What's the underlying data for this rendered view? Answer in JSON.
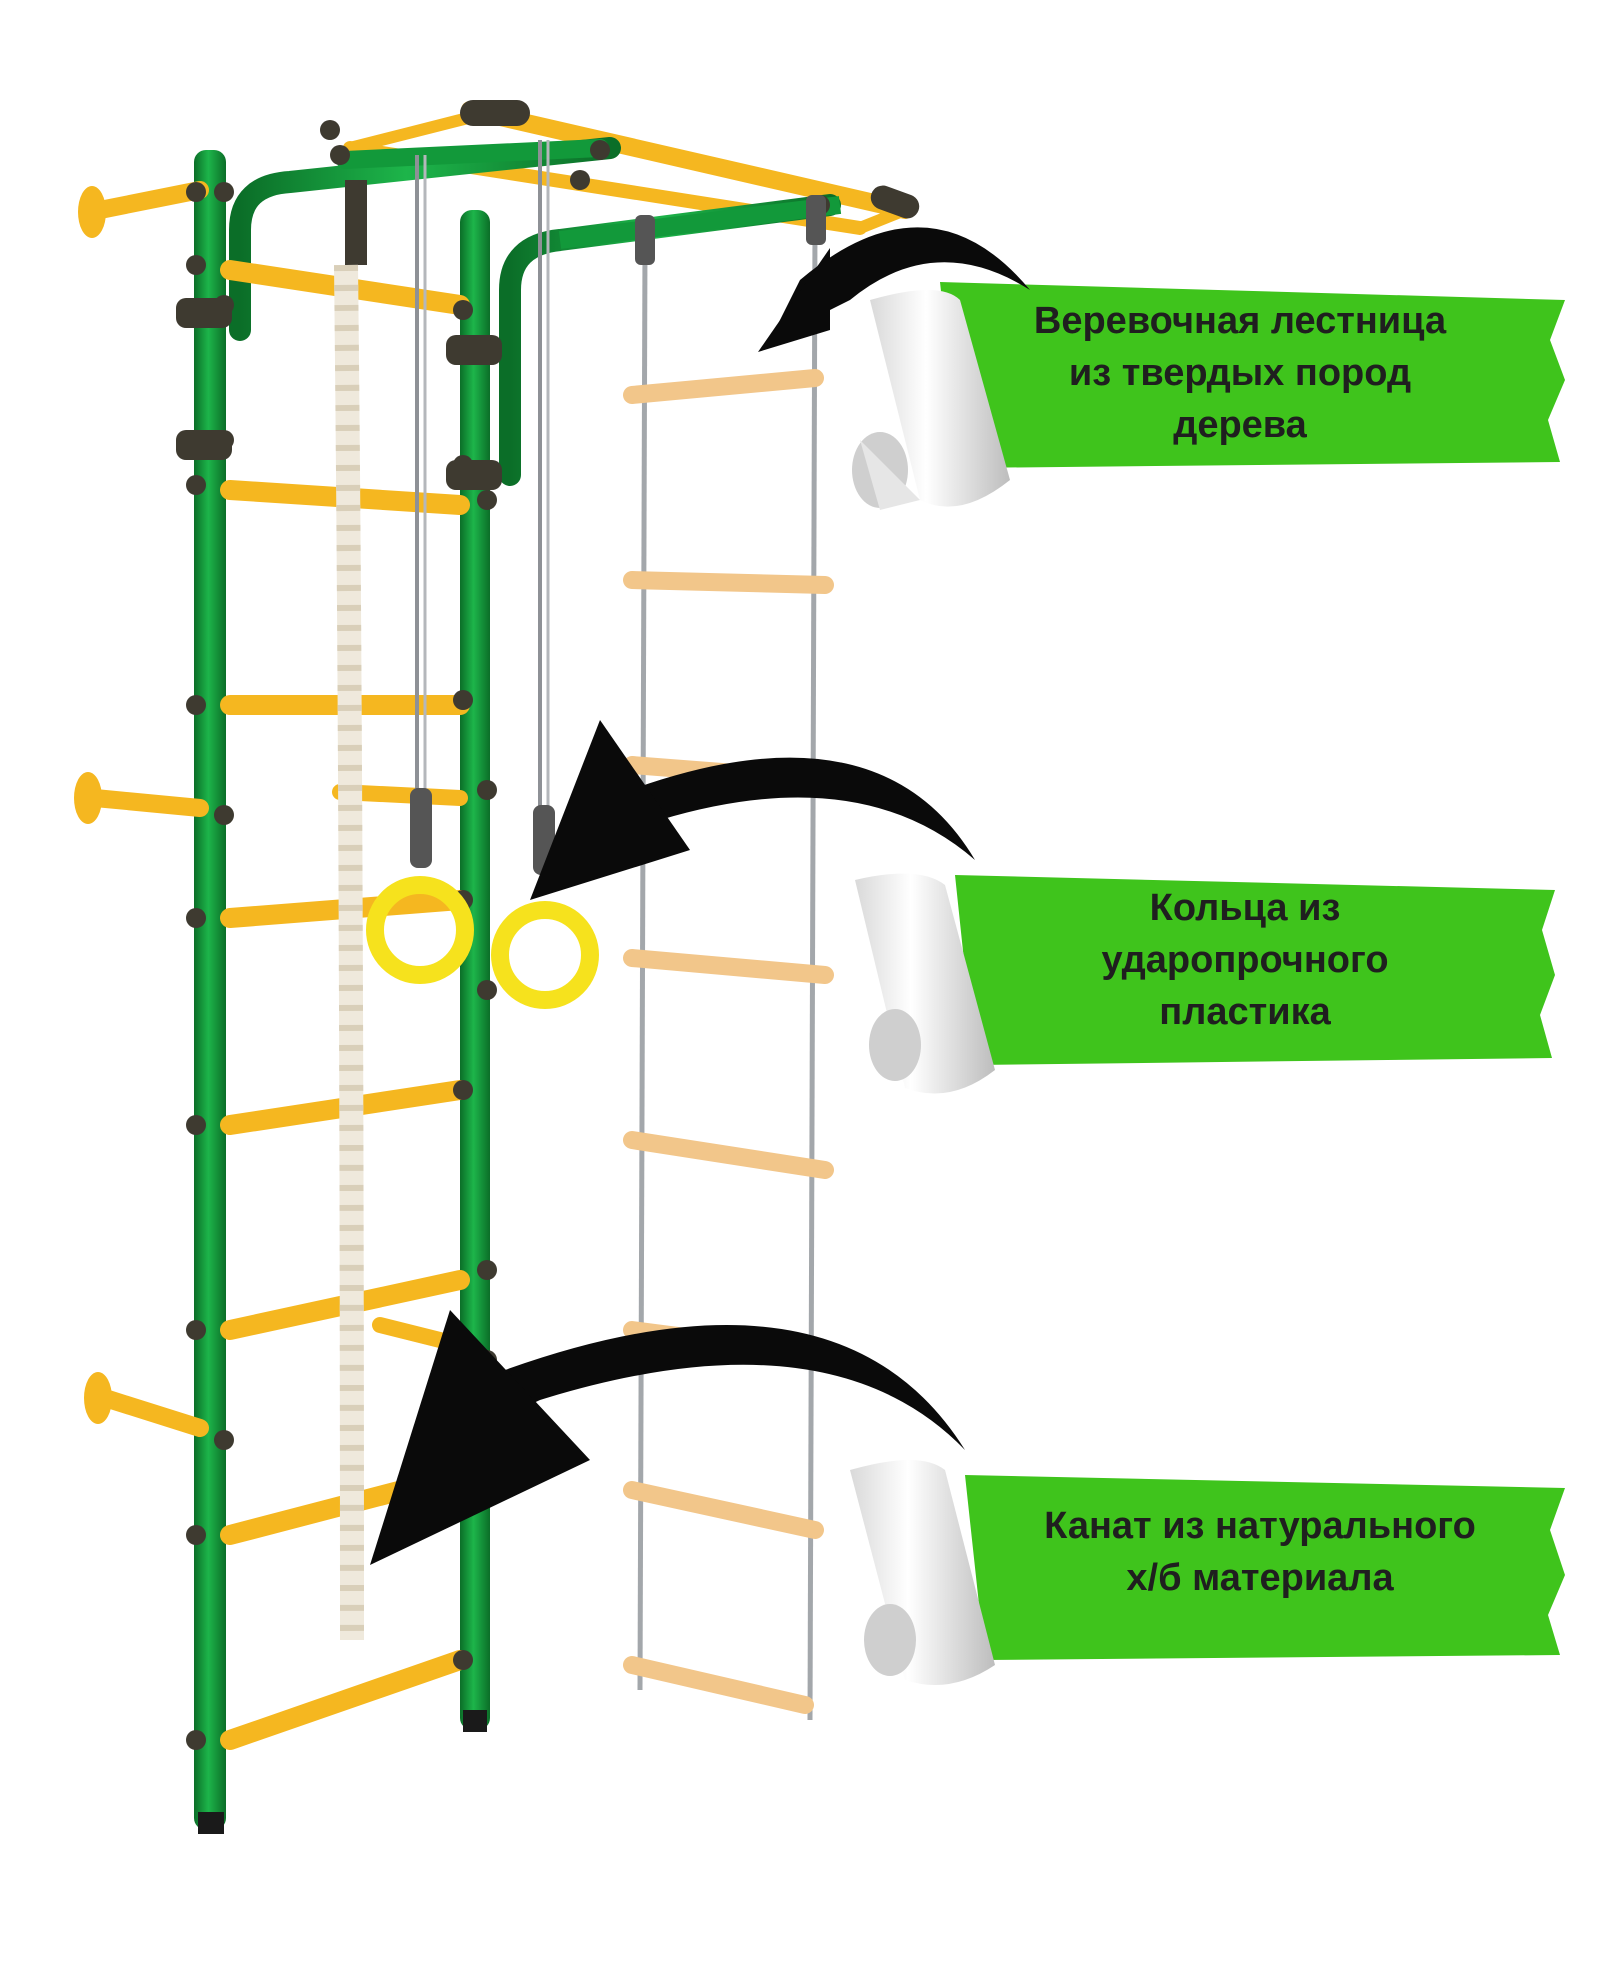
{
  "colors": {
    "frame_green": "#12993a",
    "frame_green_dark": "#0b6e28",
    "rung_yellow": "#f5b720",
    "rung_yellow_dark": "#d2920c",
    "wood_rung": "#f2c68a",
    "banner_green": "#3fc41c",
    "arrow": "#0a0a0a",
    "fitting_dark": "#3e3a30",
    "ring_yellow": "#f6e21d"
  },
  "callouts": [
    {
      "id": "rope-ladder",
      "lines": [
        "Веревочная лестница",
        "из твердых пород",
        "дерева"
      ]
    },
    {
      "id": "rings",
      "lines": [
        "Кольца из",
        "ударопрочного",
        "пластика"
      ]
    },
    {
      "id": "rope",
      "lines": [
        "Канат из натурального",
        "х/б материала"
      ]
    }
  ]
}
